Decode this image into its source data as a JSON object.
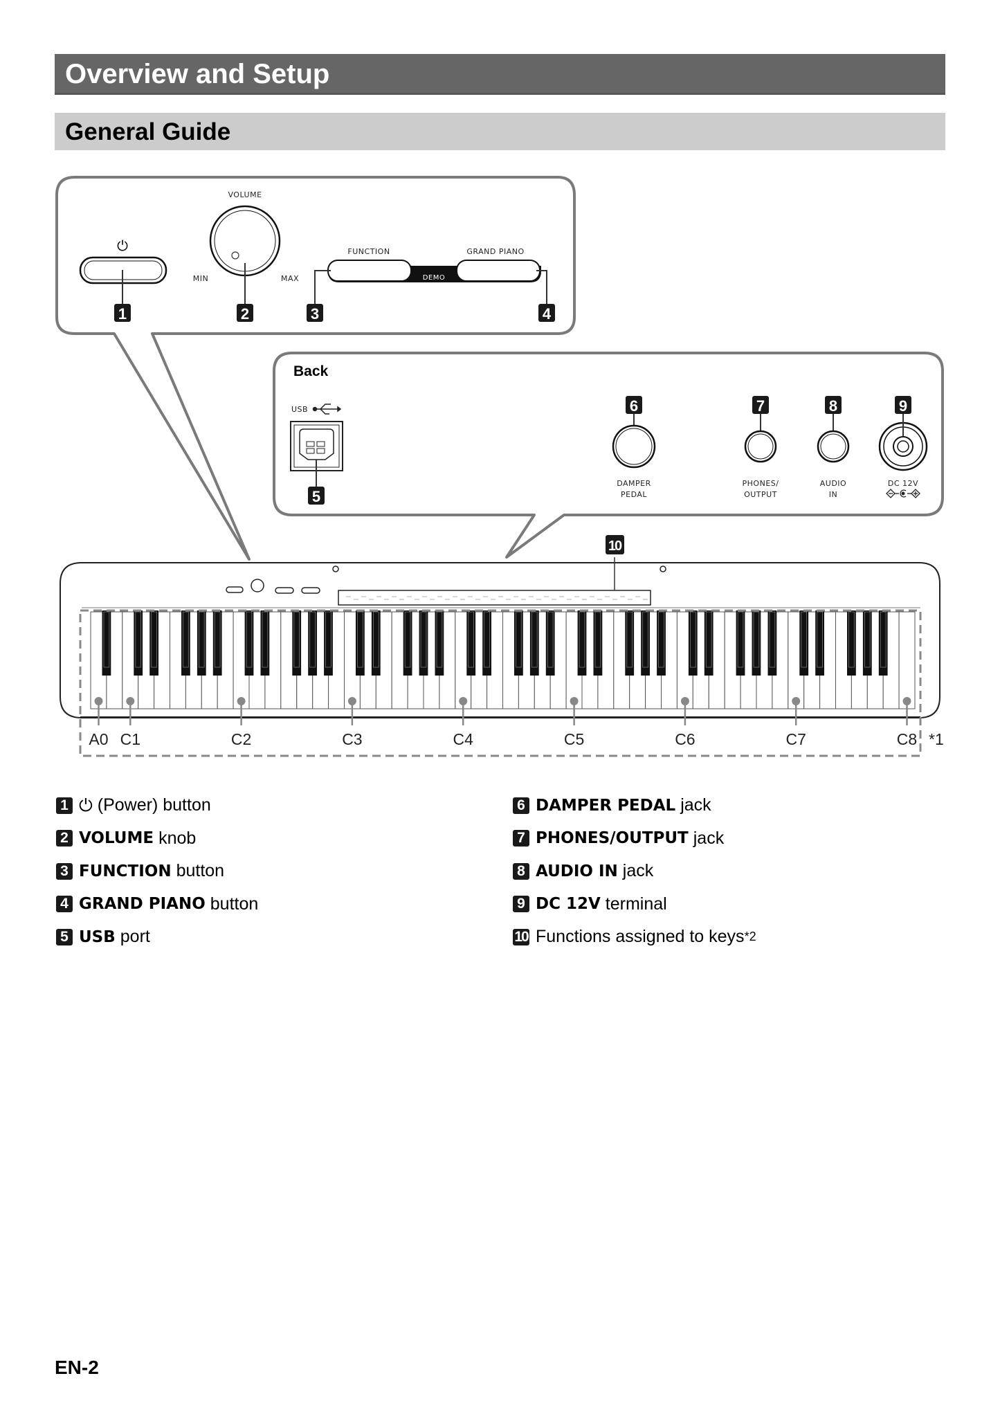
{
  "header": {
    "section_title": "Overview and Setup",
    "subsection_title": "General Guide"
  },
  "front_panel": {
    "power_symbol": "⏻",
    "volume_label": "VOLUME",
    "min_label": "MIN",
    "max_label": "MAX",
    "function_label": "FUNCTION",
    "grand_piano_label": "GRAND PIANO",
    "demo_label": "DEMO",
    "callouts": [
      "1",
      "2",
      "3",
      "4"
    ]
  },
  "back_panel": {
    "title": "Back",
    "usb_label": "USB",
    "jacks": [
      {
        "num": "5",
        "label_line1": "",
        "label_line2": ""
      },
      {
        "num": "6",
        "label_line1": "DAMPER",
        "label_line2": "PEDAL"
      },
      {
        "num": "7",
        "label_line1": "PHONES/",
        "label_line2": "OUTPUT"
      },
      {
        "num": "8",
        "label_line1": "AUDIO",
        "label_line2": "IN"
      },
      {
        "num": "9",
        "label_line1": "DC 12V",
        "label_line2": ""
      }
    ]
  },
  "keyboard": {
    "callout_num": "10",
    "white_key_count": 52,
    "first_white_note": "A0",
    "key_labels": [
      {
        "label": "A0",
        "white_index": 0
      },
      {
        "label": "C1",
        "white_index": 2
      },
      {
        "label": "C2",
        "white_index": 9
      },
      {
        "label": "C3",
        "white_index": 16
      },
      {
        "label": "C4",
        "white_index": 23
      },
      {
        "label": "C5",
        "white_index": 30
      },
      {
        "label": "C6",
        "white_index": 37
      },
      {
        "label": "C7",
        "white_index": 44
      },
      {
        "label": "C8",
        "white_index": 51
      }
    ],
    "footnote": "*1"
  },
  "parts_list": {
    "left": [
      {
        "num": "1",
        "bold": "",
        "icon": "⏻",
        "text": "(Power) button"
      },
      {
        "num": "2",
        "bold": "VOLUME",
        "text": "knob"
      },
      {
        "num": "3",
        "bold": "FUNCTION",
        "text": "button"
      },
      {
        "num": "4",
        "bold": "GRAND PIANO",
        "text": "button"
      },
      {
        "num": "5",
        "bold": "USB",
        "text": "port"
      }
    ],
    "right": [
      {
        "num": "6",
        "bold": "DAMPER PEDAL",
        "text": "jack"
      },
      {
        "num": "7",
        "bold": "PHONES/OUTPUT",
        "text": "jack"
      },
      {
        "num": "8",
        "bold": "AUDIO IN",
        "text": "jack"
      },
      {
        "num": "9",
        "bold": "DC 12V",
        "text": "terminal"
      },
      {
        "num": "10",
        "bold": "",
        "text": "Functions assigned to keys",
        "sup": "*2"
      }
    ]
  },
  "footer": {
    "page_number": "EN-2"
  },
  "colors": {
    "header_dark": "#666666",
    "header_light": "#cccccc",
    "callout_stroke": "#7a7a7a",
    "badge": "#1a1a1a"
  }
}
